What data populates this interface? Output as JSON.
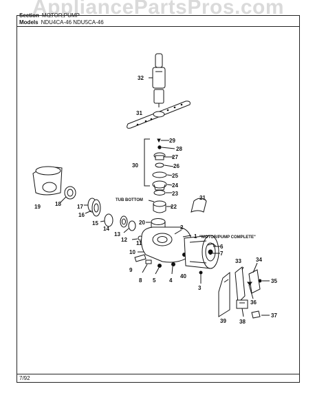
{
  "watermark": "AppliancePartsPros.com",
  "header": {
    "section_label": "Section",
    "section_value": "MOTOR PUMP",
    "models_label": "Models",
    "models_value": "NDU4CA-46  NDU5CA-46"
  },
  "footer": {
    "date": "7/92"
  },
  "callouts": {
    "tub_bottom": "TUB BOTTOM",
    "motor_pump_complete": "\"MOTOR/PUMP COMPLETE\""
  },
  "parts": [
    "1",
    "2",
    "3",
    "4",
    "5",
    "6",
    "7",
    "8",
    "9",
    "10",
    "11",
    "12",
    "13",
    "14",
    "15",
    "16",
    "17",
    "18",
    "19",
    "20",
    "21",
    "22",
    "23",
    "24",
    "25",
    "26",
    "27",
    "28",
    "29",
    "30",
    "31",
    "32",
    "33",
    "34",
    "35",
    "36",
    "37",
    "38",
    "39",
    "40"
  ],
  "colors": {
    "ink": "#111111",
    "watermark": "#969696"
  }
}
